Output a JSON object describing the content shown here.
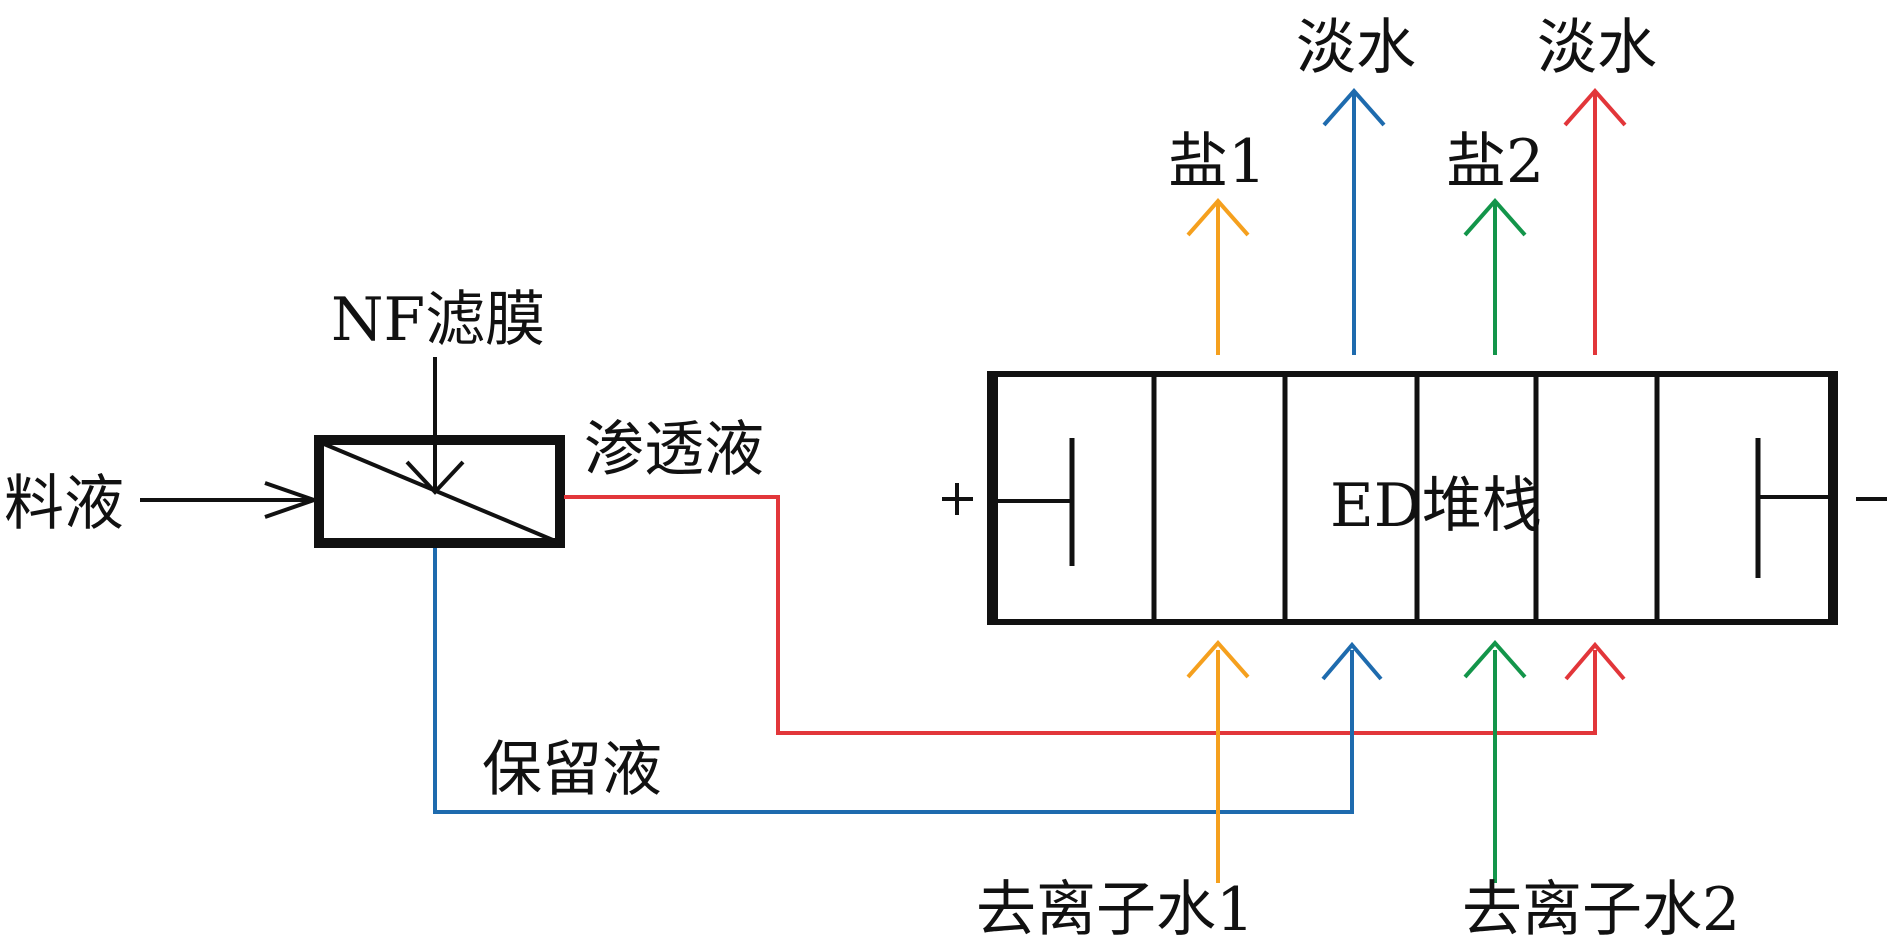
{
  "colors": {
    "black": "#111111",
    "orange": "#F5A01E",
    "blue": "#1E6BAE",
    "green": "#13954A",
    "red": "#E2363A"
  },
  "labels": {
    "feed": "料液",
    "nf_membrane": "NF滤膜",
    "permeate": "渗透液",
    "retentate": "保留液",
    "ed_stack": "ED堆栈",
    "anode_sign": "+",
    "cathode_sign": "−",
    "salt1": "盐1",
    "salt2": "盐2",
    "fresh_water_1": "淡水",
    "fresh_water_2": "淡水",
    "deionized_water_1": "去离子水1",
    "deionized_water_2": "去离子水2"
  },
  "ed_stack": {
    "compartments": 6
  },
  "streams": [
    {
      "id": "salt1",
      "color": "orange",
      "from": "去离子水1",
      "to": "盐1"
    },
    {
      "id": "fresh1",
      "color": "blue",
      "from": "保留液",
      "to": "淡水"
    },
    {
      "id": "salt2",
      "color": "green",
      "from": "去离子水2",
      "to": "盐2"
    },
    {
      "id": "fresh2",
      "color": "red",
      "from": "渗透液",
      "to": "淡水"
    }
  ]
}
